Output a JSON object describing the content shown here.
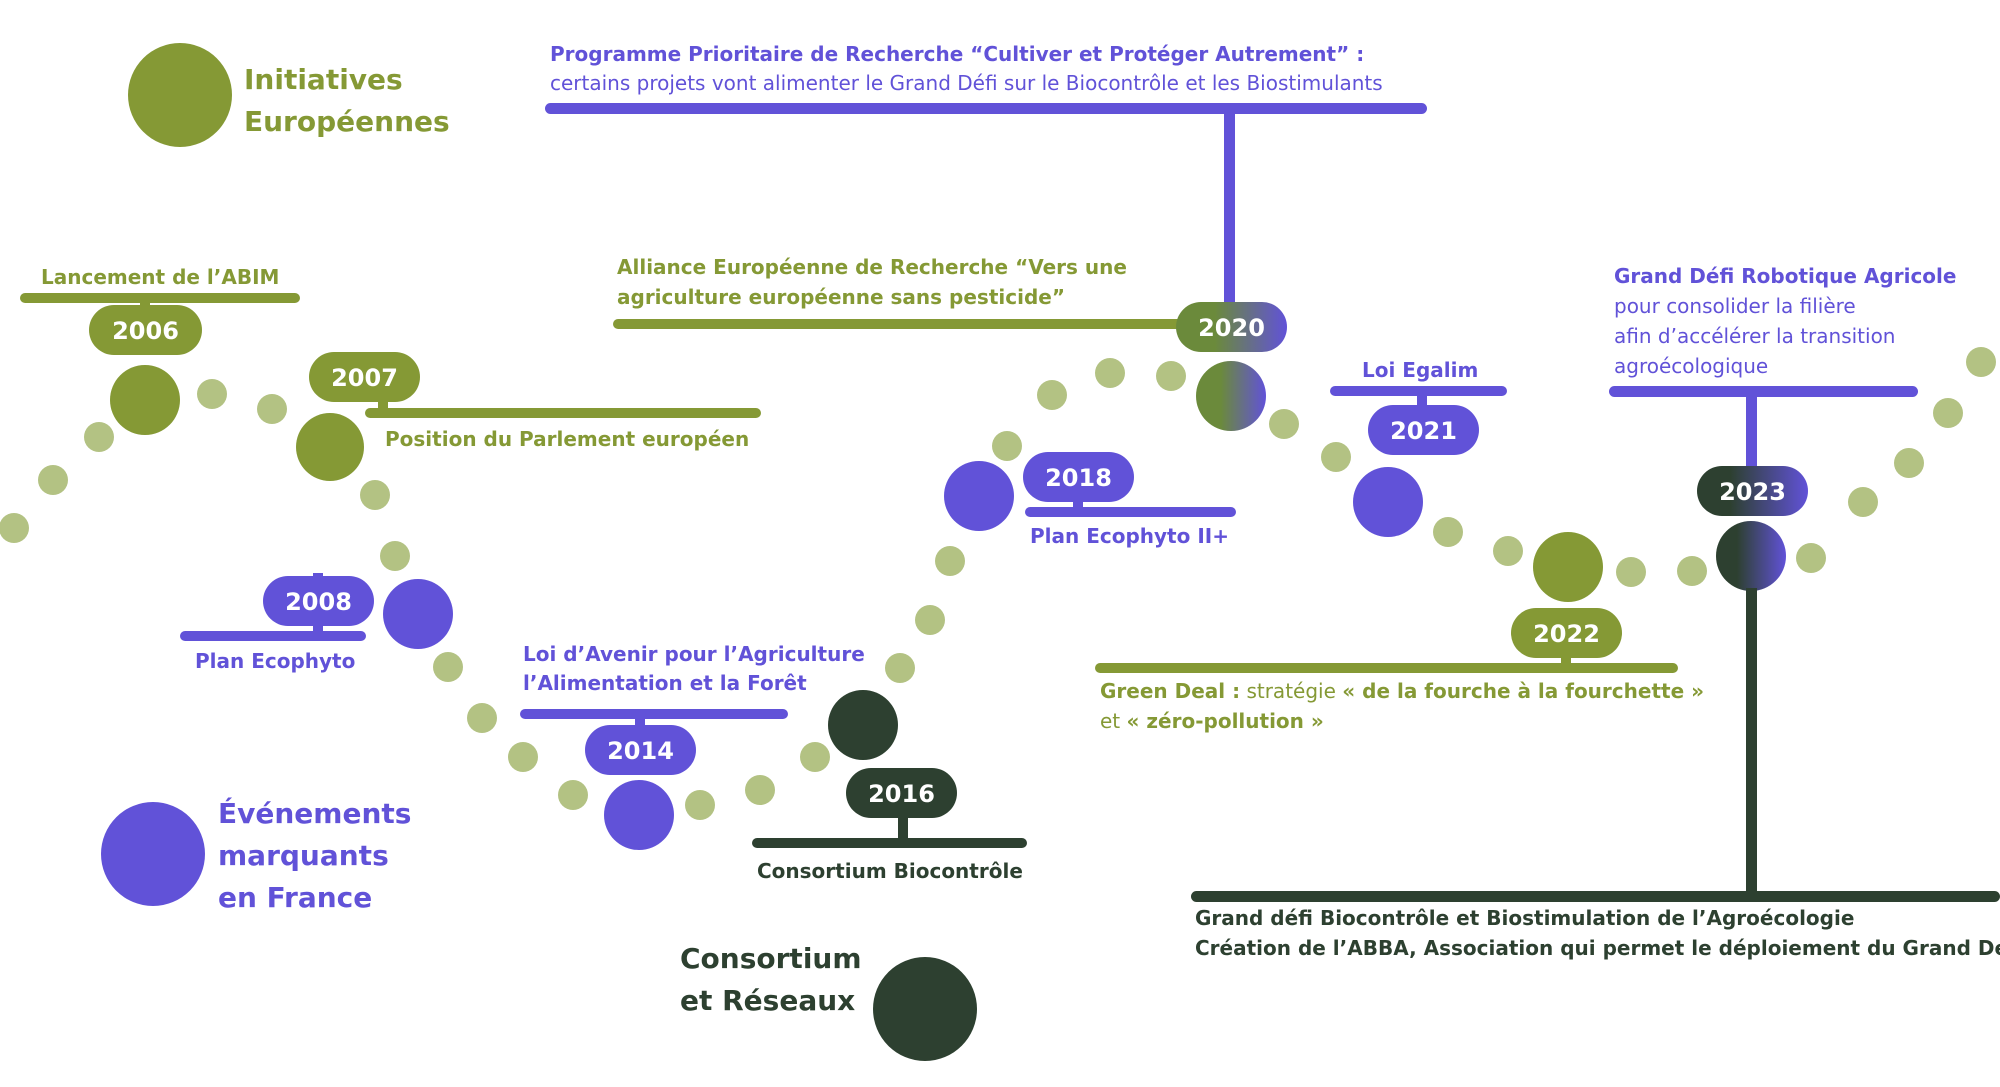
{
  "colors": {
    "green": "#859935",
    "light_green": "#b3c283",
    "purple": "#6152d8",
    "dark": "#2d4030",
    "white": "#ffffff"
  },
  "legend": {
    "european": [
      "Initiatives",
      "Européennes"
    ],
    "france": [
      "Événements",
      "marquants",
      "en France"
    ],
    "consortium": [
      "Consortium",
      "et Réseaux"
    ]
  },
  "events": {
    "e2006": {
      "year": "2006",
      "label": "Lancement de l’ABIM"
    },
    "e2007": {
      "year": "2007",
      "label": "Position du Parlement européen"
    },
    "e2008": {
      "year": "2008",
      "label": "Plan Ecophyto"
    },
    "e2014": {
      "year": "2014",
      "label": [
        "Loi d’Avenir pour l’Agriculture",
        "l’Alimentation et la Forêt"
      ]
    },
    "e2016": {
      "year": "2016",
      "label": "Consortium Biocontrôle"
    },
    "e2018": {
      "year": "2018",
      "label": "Plan Ecophyto II+"
    },
    "e2020": {
      "year": "2020",
      "alliance": [
        "Alliance Européenne de Recherche “Vers une",
        "agriculture européenne sans pesticide”"
      ],
      "programme_title": "Programme Prioritaire de Recherche “Cultiver et Protéger Autrement” :",
      "programme_desc": "certains projets vont alimenter le Grand Défi sur le Biocontrôle et les Biostimulants"
    },
    "e2021": {
      "year": "2021",
      "label": "Loi Egalim"
    },
    "e2022": {
      "year": "2022",
      "prefix": "Green Deal :",
      "mid": " stratégie ",
      "quote1": "« de la fourche à la fourchette »",
      "and": "et ",
      "quote2": "« zéro-pollution »"
    },
    "e2023": {
      "year": "2023",
      "title": "Grand Défi Robotique Agricole",
      "desc": [
        "pour consolider la filière",
        "afin d’accélérer la transition",
        "agroécologique"
      ],
      "bottom": [
        "Grand défi Biocontrôle et Biostimulation de l’Agroécologie",
        "Création de l’ABBA, Association qui permet le déploiement du Grand Défi"
      ]
    }
  }
}
